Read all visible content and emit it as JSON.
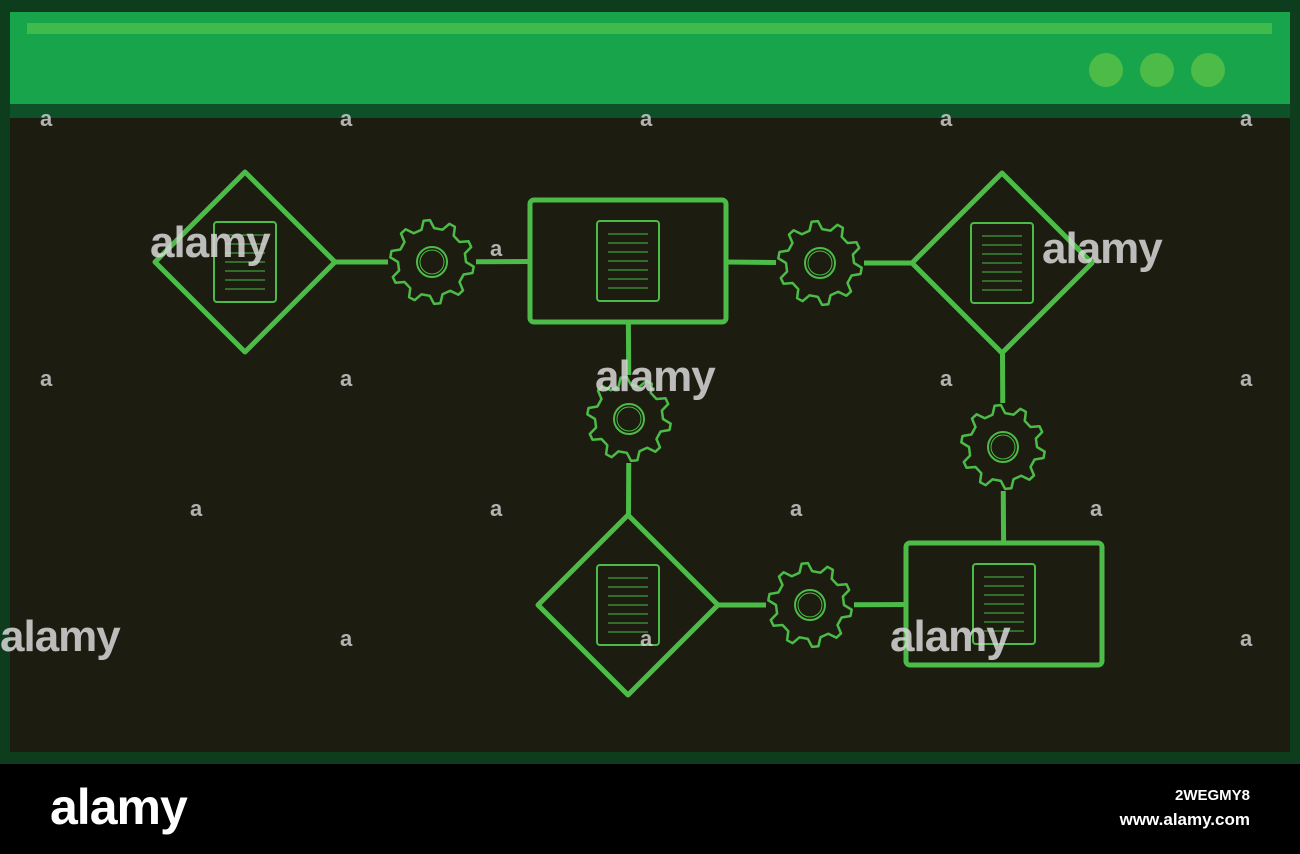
{
  "colors": {
    "page_background": "#0e3d1e",
    "canvas": "#1c1d10",
    "titlebar": "#18a44a",
    "titlebar_highlight": "#3fbb4c",
    "titlebar_shadow": "#0e5028",
    "window_dot": "#4cbb47",
    "node_stroke": "#4cbb47",
    "footer": "#000000",
    "footer_text": "#ffffff",
    "watermark": "#d8d8d8"
  },
  "window": {
    "dots": [
      "dot",
      "dot",
      "dot"
    ]
  },
  "diagram": {
    "nodes": [
      {
        "id": "n1",
        "shape": "diamond",
        "icon": "document-icon"
      },
      {
        "id": "g1",
        "shape": "gear",
        "icon": "gear-icon"
      },
      {
        "id": "n2",
        "shape": "rectangle",
        "icon": "document-icon"
      },
      {
        "id": "g2",
        "shape": "gear",
        "icon": "gear-icon"
      },
      {
        "id": "n3",
        "shape": "diamond",
        "icon": "document-icon"
      },
      {
        "id": "g3",
        "shape": "gear",
        "icon": "gear-icon"
      },
      {
        "id": "n4",
        "shape": "diamond",
        "icon": "document-icon"
      },
      {
        "id": "g4",
        "shape": "gear",
        "icon": "gear-icon"
      },
      {
        "id": "n5",
        "shape": "rectangle",
        "icon": "document-icon"
      },
      {
        "id": "g5",
        "shape": "gear",
        "icon": "gear-icon"
      }
    ],
    "edges": [
      {
        "from": "n1",
        "to": "g1"
      },
      {
        "from": "g1",
        "to": "n2"
      },
      {
        "from": "n2",
        "to": "g2"
      },
      {
        "from": "g2",
        "to": "n3"
      },
      {
        "from": "n2",
        "to": "g3"
      },
      {
        "from": "g3",
        "to": "n4"
      },
      {
        "from": "n4",
        "to": "g4"
      },
      {
        "from": "g4",
        "to": "n5"
      },
      {
        "from": "n3",
        "to": "g5"
      },
      {
        "from": "g5",
        "to": "n5"
      }
    ]
  },
  "watermarks": {
    "brand": "alamy",
    "letter": "a"
  },
  "footer": {
    "logo": "alamy",
    "image_id": "2WEGMY8",
    "url": "www.alamy.com"
  }
}
